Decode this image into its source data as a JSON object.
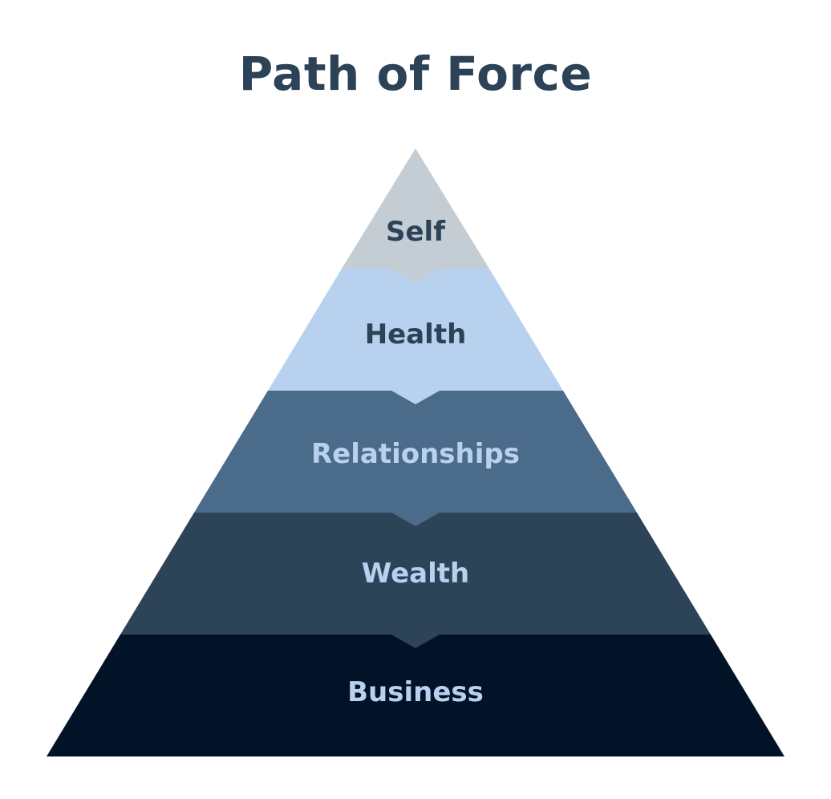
{
  "title": "Path of Force",
  "tiers": [
    {
      "label": "Self",
      "fill": "#c4cdd4",
      "text_color": "#2c4257"
    },
    {
      "label": "Health",
      "fill": "#b8d1ef",
      "text_color": "#2c4257"
    },
    {
      "label": "Relationships",
      "fill": "#4b6b8b",
      "text_color": "#b8d1ef"
    },
    {
      "label": "Wealth",
      "fill": "#2d4358",
      "text_color": "#b8d1ef"
    },
    {
      "label": "Business",
      "fill": "#021328",
      "text_color": "#b8d1ef"
    }
  ]
}
